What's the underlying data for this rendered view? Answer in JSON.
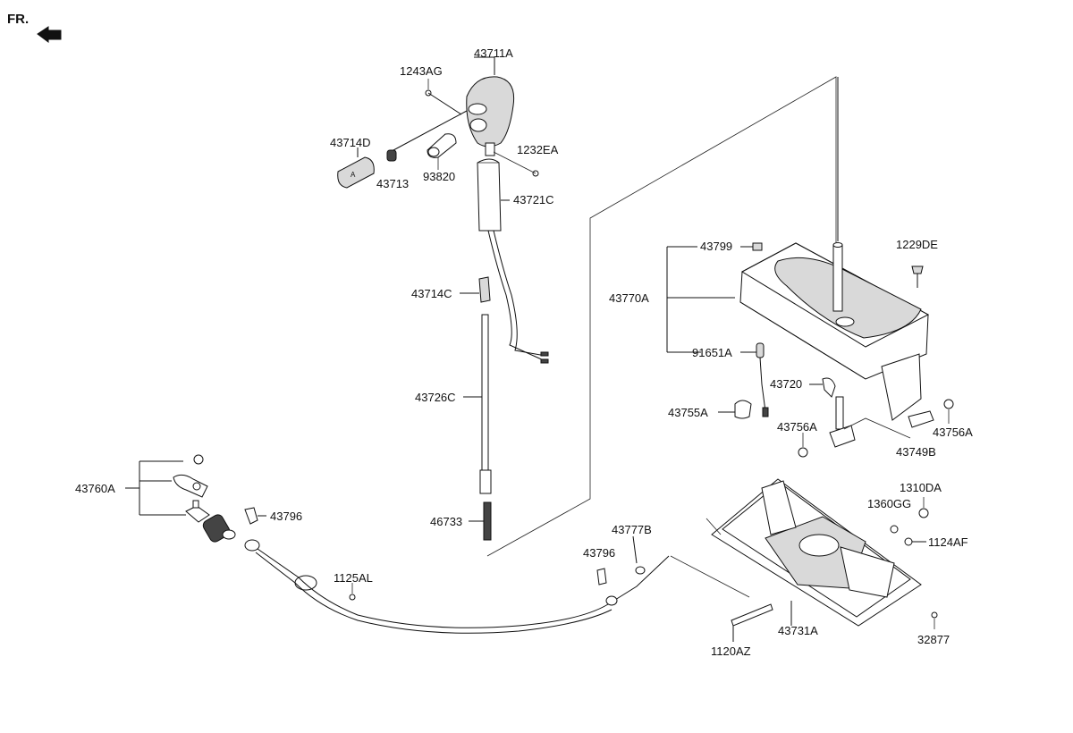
{
  "orientation": {
    "label": "FR.",
    "icon": "arrow-left-icon"
  },
  "parts": {
    "p43711A": "43711A",
    "p1243AG": "1243AG",
    "p43714D": "43714D",
    "p43713": "43713",
    "p93820": "93820",
    "p1232EA": "1232EA",
    "p43721C": "43721C",
    "p43714C": "43714C",
    "p43726C": "43726C",
    "p46733": "46733",
    "p43799": "43799",
    "p43770A": "43770A",
    "p91651A": "91651A",
    "p1229DE": "1229DE",
    "p43720": "43720",
    "p43755A": "43755A",
    "p43756A_left": "43756A",
    "p43749B": "43749B",
    "p43756A_right": "43756A",
    "p43760A": "43760A",
    "p43796_left": "43796",
    "p1125AL": "1125AL",
    "p43777B": "43777B",
    "p43796_mid": "43796",
    "p1310DA": "1310DA",
    "p1360GG": "1360GG",
    "p1124AF": "1124AF",
    "p32877": "32877",
    "p43731A": "43731A",
    "p1120AZ": "1120AZ"
  }
}
